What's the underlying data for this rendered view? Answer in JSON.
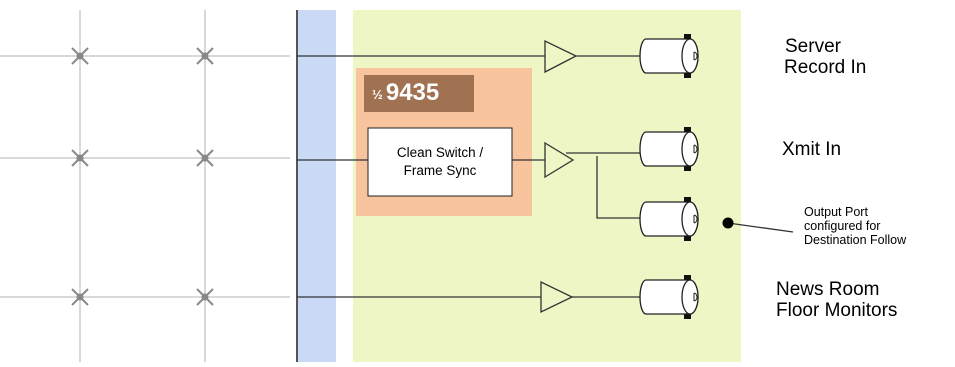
{
  "card": {
    "badge": {
      "fraction": "½",
      "model": "9435"
    },
    "processor": {
      "line1": "Clean Switch /",
      "line2": "Frame Sync"
    }
  },
  "destinations": {
    "server": {
      "line1": "Server",
      "line2": "Record In"
    },
    "xmit": {
      "line1": "Xmit In"
    },
    "newsroom": {
      "line1": "News Room",
      "line2": "Floor Monitors"
    }
  },
  "annotation": {
    "line1": "Output Port",
    "line2": "configured for",
    "line3": "Destination Follow"
  },
  "colors": {
    "crosspoint_grid": "#d9d9d9",
    "crosspoint_mark": "#888888",
    "bus": "#c9d9f6",
    "frame": "#eef6c6",
    "card": "#f7c49d",
    "badge": "#a07252",
    "wire": "#333333"
  },
  "icons": [
    "crosspoint-x-icon",
    "buffer-amplifier-icon",
    "bnc-connector-icon",
    "callout-dot-icon"
  ]
}
